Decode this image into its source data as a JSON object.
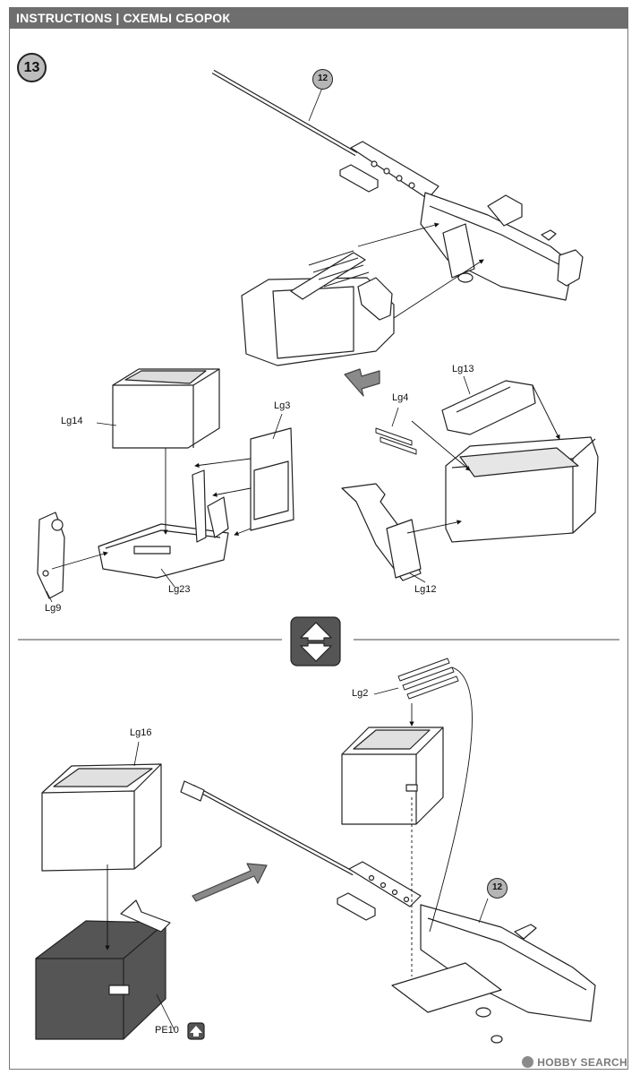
{
  "header": {
    "left": "INSTRUCTIONS",
    "right": "СХЕМЫ СБОРОК"
  },
  "step": {
    "number": "13"
  },
  "labels": {
    "lg14": "Lg14",
    "lg3": "Lg3",
    "lg23": "Lg23",
    "lg9": "Lg9",
    "lg13": "Lg13",
    "lg4": "Lg4",
    "lg12": "Lg12",
    "lg16": "Lg16",
    "lg2": "Lg2",
    "pe10": "PE10"
  },
  "callouts": {
    "top_gun": "12",
    "bottom_gun": "12"
  },
  "watermark": {
    "text": "HOBBY SEARCH"
  },
  "colors": {
    "frame": "#777777",
    "header": "#6e6e6e",
    "arrow": "#8a8a8a",
    "box_dark": "#555555"
  }
}
